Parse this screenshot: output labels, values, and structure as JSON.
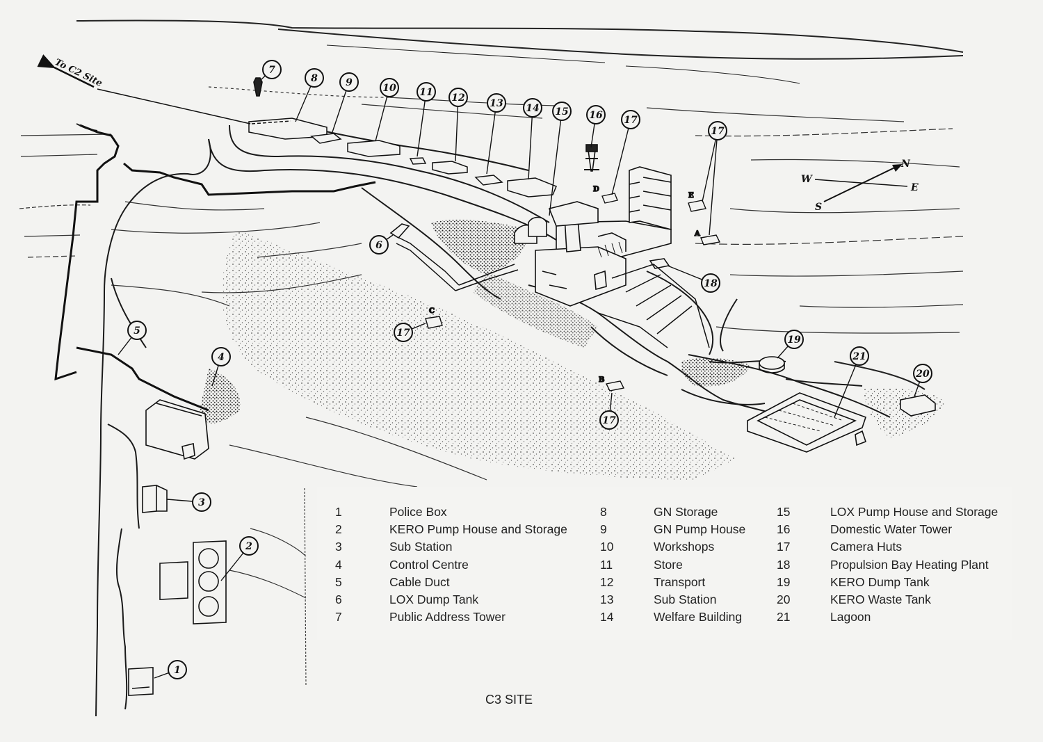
{
  "title": "C3 SITE",
  "map_labels": {
    "to_site": "To C2 Site",
    "compass": {
      "n": "N",
      "e": "E",
      "s": "S",
      "w": "W"
    },
    "camera_huts": [
      "A",
      "B",
      "C",
      "D",
      "E"
    ]
  },
  "callouts": [
    "1",
    "2",
    "3",
    "4",
    "5",
    "6",
    "7",
    "8",
    "9",
    "10",
    "11",
    "12",
    "13",
    "14",
    "15",
    "16",
    "17",
    "17",
    "17",
    "18",
    "19",
    "20",
    "21"
  ],
  "legend": [
    {
      "num": "1",
      "label": "Police Box"
    },
    {
      "num": "2",
      "label": "KERO Pump House and Storage"
    },
    {
      "num": "3",
      "label": "Sub Station"
    },
    {
      "num": "4",
      "label": "Control Centre"
    },
    {
      "num": "5",
      "label": "Cable Duct"
    },
    {
      "num": "6",
      "label": "LOX Dump Tank"
    },
    {
      "num": "7",
      "label": "Public Address Tower"
    },
    {
      "num": "8",
      "label": "GN Storage"
    },
    {
      "num": "9",
      "label": "GN Pump House"
    },
    {
      "num": "10",
      "label": "Workshops"
    },
    {
      "num": "11",
      "label": "Store"
    },
    {
      "num": "12",
      "label": "Transport"
    },
    {
      "num": "13",
      "label": "Sub Station"
    },
    {
      "num": "14",
      "label": "Welfare Building"
    },
    {
      "num": "15",
      "label": "LOX Pump House and Storage"
    },
    {
      "num": "16",
      "label": "Domestic Water Tower"
    },
    {
      "num": "17",
      "label": "Camera Huts"
    },
    {
      "num": "18",
      "label": "Propulsion Bay Heating Plant"
    },
    {
      "num": "19",
      "label": "KERO Dump Tank"
    },
    {
      "num": "20",
      "label": "KERO Waste Tank"
    },
    {
      "num": "21",
      "label": "Lagoon"
    }
  ],
  "colors": {
    "ink": "#161616",
    "paper": "#f3f3f1"
  }
}
